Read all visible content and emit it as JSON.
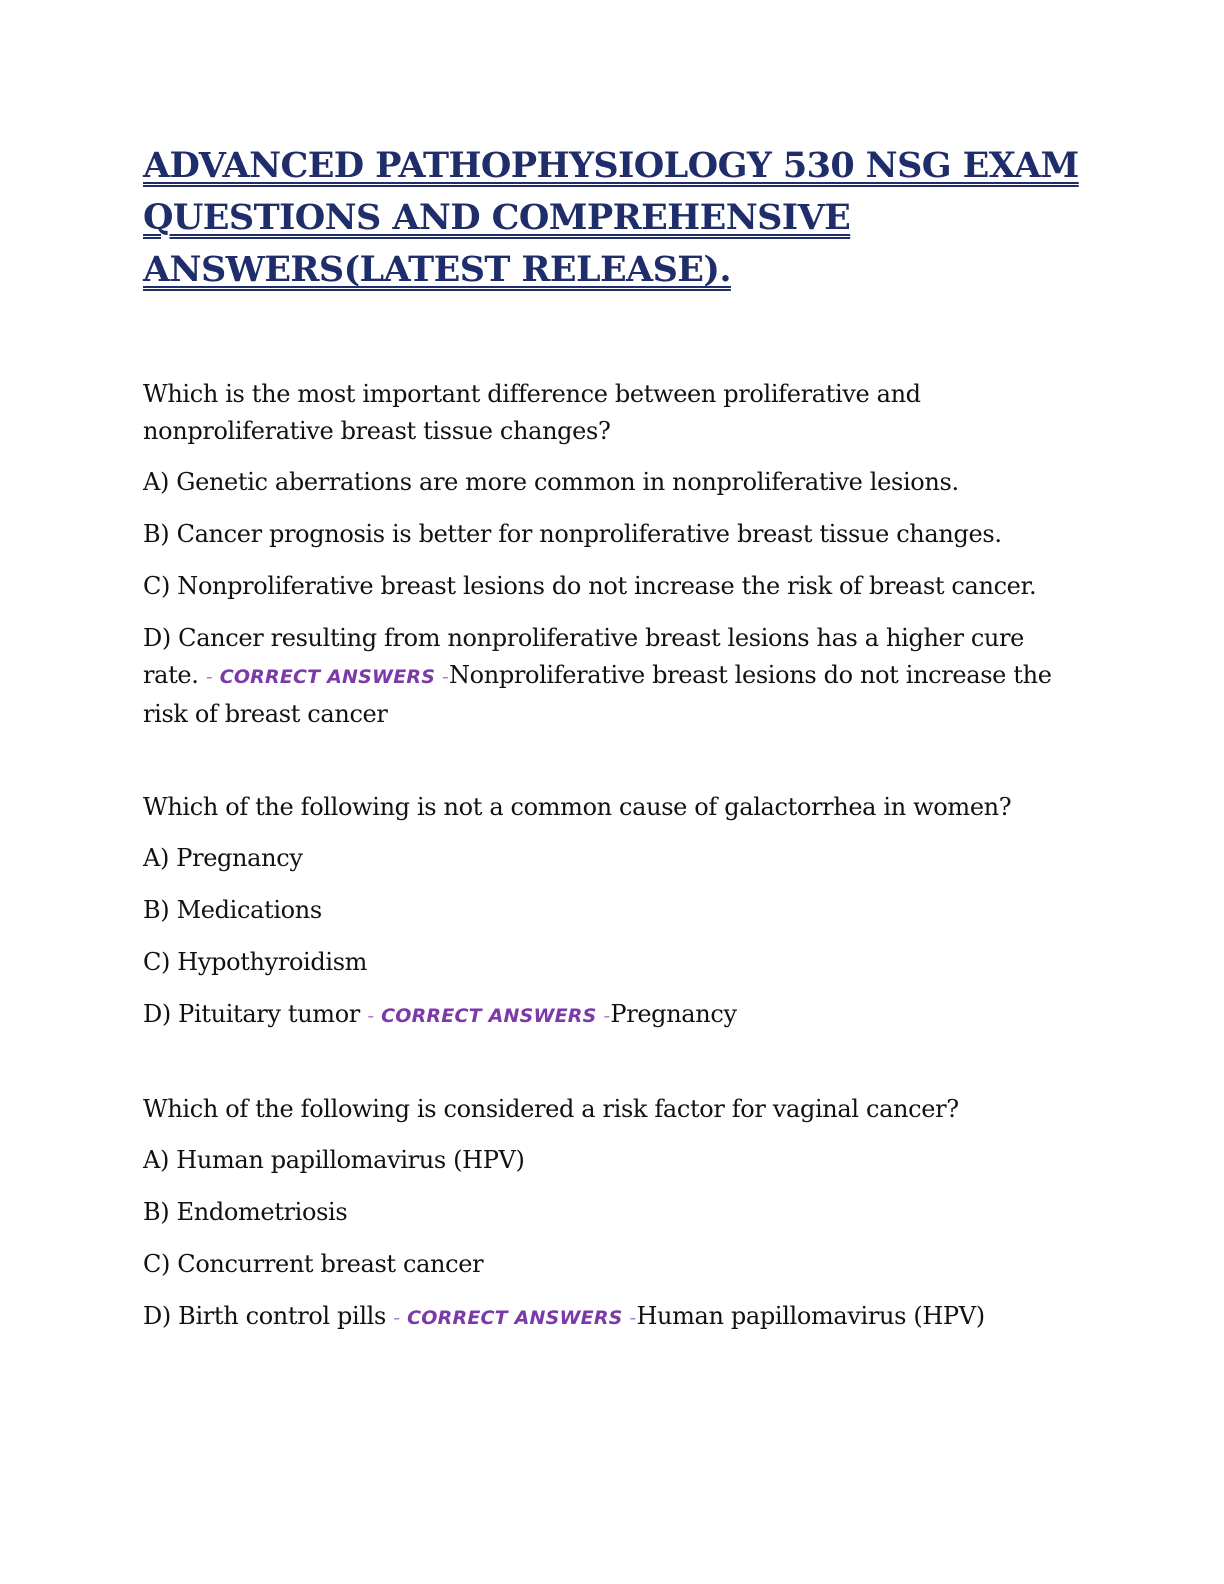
{
  "title": "ADVANCED PATHOPHYSIOLOGY 530 NSG EXAM QUESTIONS AND COMPREHENSIVE ANSWERS(LATEST RELEASE).",
  "answer_marker": {
    "dash": "-",
    "label": "CORRECT ANSWERS"
  },
  "questions": [
    {
      "question": "Which is the most important difference between proliferative and nonproliferative breast tissue changes?",
      "options": [
        "A) Genetic aberrations are more common in nonproliferative lesions.",
        "B) Cancer prognosis is better for nonproliferative breast tissue changes.",
        "C) Nonproliferative breast lesions do not increase the risk of breast cancer.",
        "D) Cancer resulting from nonproliferative breast lesions has a higher cure rate."
      ],
      "answer": "Nonproliferative breast lesions do not increase the risk of breast cancer"
    },
    {
      "question": "Which of the following is not a common cause of galactorrhea in women?",
      "options": [
        "A) Pregnancy",
        "B) Medications",
        "C) Hypothyroidism",
        "D) Pituitary tumor"
      ],
      "answer": "Pregnancy"
    },
    {
      "question": "Which of the following is considered a risk factor for vaginal cancer?",
      "options": [
        "A) Human papillomavirus (HPV)",
        "B) Endometriosis",
        "C) Concurrent breast cancer",
        "D) Birth control pills"
      ],
      "answer": "Human papillomavirus (HPV)"
    }
  ],
  "colors": {
    "title": "#1f2e6b",
    "answer_marker": "#7c3aa8",
    "body_text": "#111111"
  }
}
